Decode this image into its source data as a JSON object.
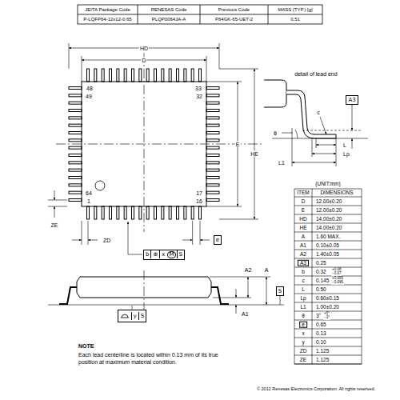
{
  "diagram": {
    "nodes": [
      {
        "text": [
          "A3"
        ]
      },
      {
        "text": [
          "e"
        ]
      },
      {
        "text": [
          "b",
          "⊕",
          "x",
          "M",
          "S"
        ]
      },
      {
        "text": [
          "S"
        ]
      },
      {
        "text": [
          "y",
          "S"
        ]
      }
    ],
    "labels": [
      "JEITA Package Code",
      "RENESAS Code",
      "Previous Code",
      "MASS (TYP.) [g]",
      "P-LQFP64-12x12-0.65",
      "PLQP0064JA-A",
      "P64GK-65-UET-2",
      "0.51",
      "HD",
      "D",
      "48",
      "33",
      "49",
      "32",
      "E",
      "HE",
      "64",
      "17",
      "1",
      "16",
      "ZE",
      "ZD",
      "detail of lead end",
      "c",
      "θ",
      "L",
      "Lp",
      "L1",
      "A2",
      "A",
      "A1",
      "(UNIT:mm)",
      "ITEM",
      "DIMENSIONS",
      "D",
      "12.00±0.20",
      "E",
      "12.00±0.20",
      "HD",
      "14.00±0.20",
      "HE",
      "14.00±0.20",
      "A",
      "1.60 MAX.",
      "A1",
      "0.10±0.05",
      "A2",
      "1.40±0.05",
      "A3",
      "0.25",
      "b",
      "0.32",
      "+0.08",
      "−0.07",
      "c",
      "0.145",
      "+0.055",
      "−0.045",
      "L",
      "0.50",
      "Lp",
      "0.60±0.15",
      "L1",
      "1.00±0.20",
      "θ",
      "3°",
      "+5°",
      "−3°",
      "e",
      "0.65",
      "x",
      "0.13",
      "y",
      "0.10",
      "ZD",
      "1.125",
      "ZE",
      "1.125",
      "NOTE",
      "Each lead centerline is located within 0.13 mm of its true position at maximum material condition.",
      "© 2012 Renesas Electronics Corporation. All rights reserved."
    ]
  }
}
